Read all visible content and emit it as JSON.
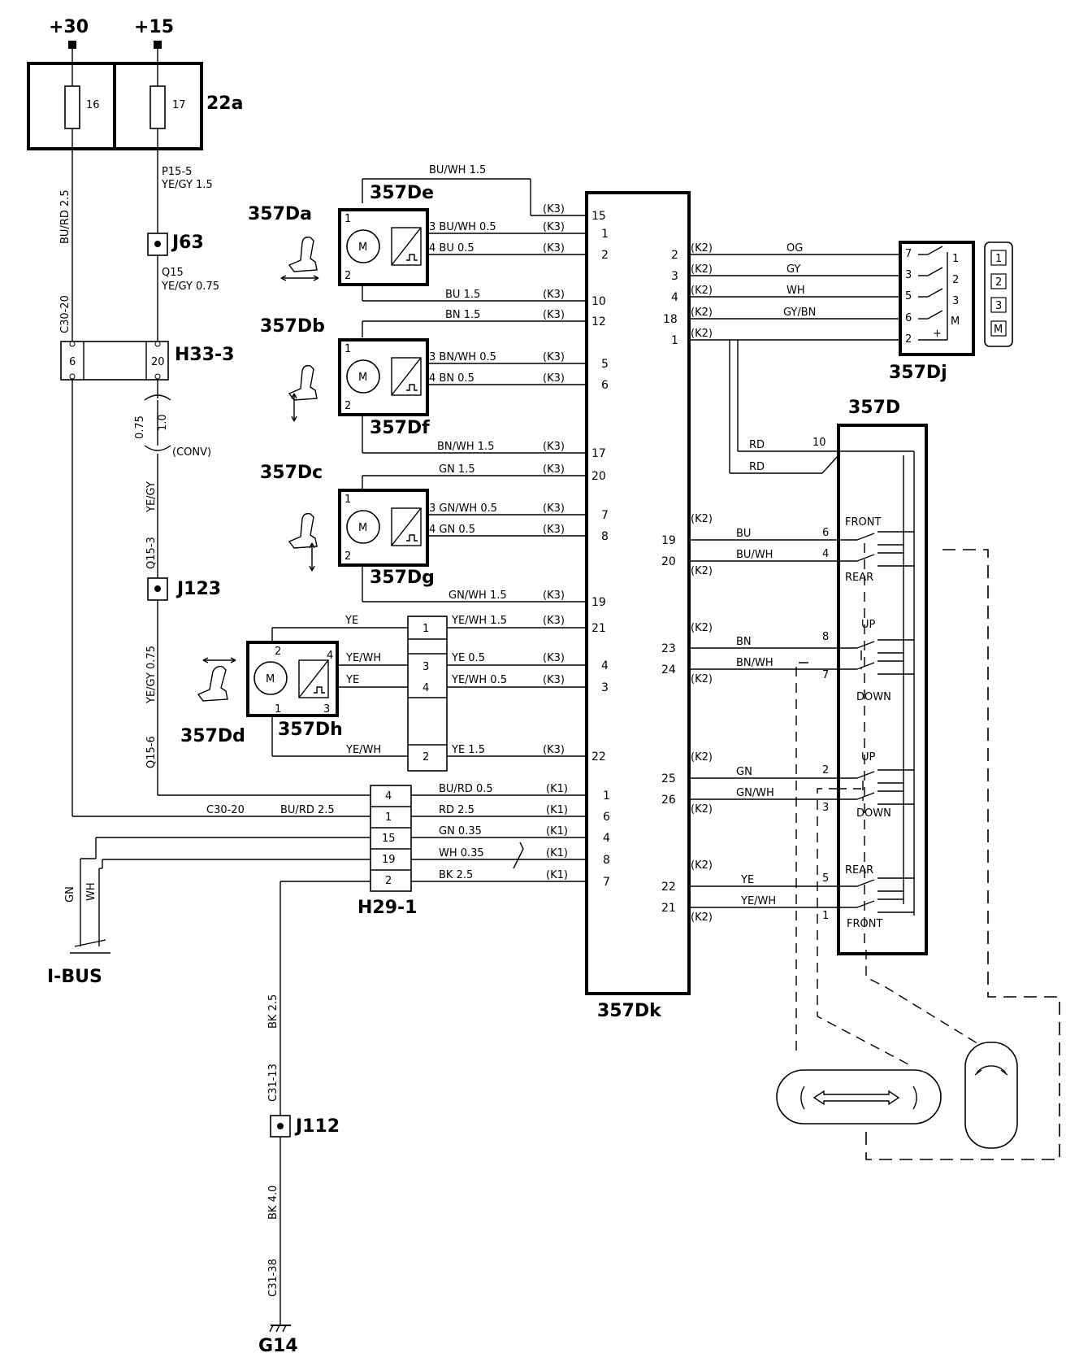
{
  "supplies": {
    "plus30": "+30",
    "plus15": "+15"
  },
  "fusebox": {
    "id": "22a",
    "fuse16": "16",
    "fuse17": "17"
  },
  "left_wires": {
    "p15_5": "P15-5",
    "ye_gy_15": "YE/GY  1.5",
    "bu_rd_25": "BU/RD  2.5",
    "c30_20": "C30-20",
    "q15": "Q15",
    "ye_gy_075": "YE/GY 0.75",
    "c075": "0.75",
    "c10": "1.0",
    "conv": "(CONV)",
    "ye_gy": "YE/GY",
    "q15_3": "Q15-3",
    "ye_gy_075b": "YE/GY 0.75",
    "q15_6": "Q15-6",
    "gn": "GN",
    "wh": "WH",
    "ibus": "I-BUS",
    "bk25": "BK 2.5",
    "c31_13": "C31-13",
    "bk40": "BK 4.0",
    "c31_38": "C31-38"
  },
  "junctions": {
    "j63": "J63",
    "j123": "J123",
    "j112": "J112",
    "g14": "G14"
  },
  "connector_h33": {
    "id": "H33-3",
    "p6": "6",
    "p20": "20"
  },
  "connector_h29": {
    "id": "H29-1",
    "pins": [
      "4",
      "1",
      "15",
      "19",
      "2"
    ],
    "wires": [
      {
        "color": "BU/RD  0.5",
        "k": "(K1)",
        "pin": "1"
      },
      {
        "color": "RD  2.5",
        "k": "(K1)",
        "pin": "6"
      },
      {
        "color": "GN  0.35",
        "k": "(K1)",
        "pin": "4"
      },
      {
        "color": "WH  0.35",
        "k": "(K1)",
        "pin": "8"
      },
      {
        "color": "BK    2.5",
        "k": "(K1)",
        "pin": "7"
      }
    ],
    "c30_20": "C30-20",
    "bu_rd_25": "BU/RD  2.5"
  },
  "motors": {
    "m": "M",
    "da": "357Da",
    "de": "357De",
    "db": "357Db",
    "df": "357Df",
    "dc": "357Dc",
    "dg": "357Dg",
    "dd": "357Dd",
    "dh": "357Dh",
    "pin1": "1",
    "pin2": "2",
    "pin3": "3",
    "pin4": "4"
  },
  "motor_wires": [
    {
      "label": "BU/WH  1.5",
      "k": "(K3)",
      "pin": "15"
    },
    {
      "label": "3 BU/WH  0.5",
      "k": "(K3)",
      "pin": "1"
    },
    {
      "label": "4 BU  0.5",
      "k": "(K3)",
      "pin": "2"
    },
    {
      "label": "BU 1.5",
      "k": "(K3)",
      "pin": "10"
    },
    {
      "label": "BN  1.5",
      "k": "(K3)",
      "pin": "12"
    },
    {
      "label": "3 BN/WH  0.5",
      "k": "(K3)",
      "pin": "5"
    },
    {
      "label": "4  BN  0.5",
      "k": "(K3)",
      "pin": "6"
    },
    {
      "label": "BN/WH  1.5",
      "k": "(K3)",
      "pin": "17"
    },
    {
      "label": "GN  1.5",
      "k": "(K3)",
      "pin": "20"
    },
    {
      "label": "3  GN/WH 0.5",
      "k": "(K3)",
      "pin": "7"
    },
    {
      "label": "4  GN  0.5",
      "k": "(K3)",
      "pin": "8"
    },
    {
      "label": "GN/WH  1.5",
      "k": "(K3)",
      "pin": "19"
    },
    {
      "label": "YE/WH  1.5",
      "k": "(K3)",
      "pin": "21"
    },
    {
      "label": "YE  0.5",
      "k": "(K3)",
      "pin": "4"
    },
    {
      "label": "YE/WH  0.5",
      "k": "(K3)",
      "pin": "3"
    },
    {
      "label": "YE  1.5",
      "k": "(K3)",
      "pin": "22"
    }
  ],
  "dh_connector": {
    "pins": [
      "1",
      "3",
      "4",
      "2"
    ],
    "wire_ye": "YE",
    "wire_yewh": "YE/WH",
    "wire_ye2": "YE",
    "wire_yewh2": "YE/WH"
  },
  "module_dk": {
    "id": "357Dk"
  },
  "memory_switch": {
    "id": "357Dj",
    "wires": [
      {
        "pin": "2",
        "k": "(K2)",
        "color": "OG",
        "sw": "7",
        "pos": "1"
      },
      {
        "pin": "3",
        "k": "(K2)",
        "color": "GY",
        "sw": "3",
        "pos": "2"
      },
      {
        "pin": "4",
        "k": "(K2)",
        "color": "WH",
        "sw": "5",
        "pos": "3"
      },
      {
        "pin": "18",
        "k": "(K2)",
        "color": "GY/BN",
        "sw": "6",
        "pos": "M"
      },
      {
        "pin": "1",
        "k": "(K2)",
        "color": "",
        "sw": "2",
        "pos": "+"
      }
    ],
    "buttons": [
      "1",
      "2",
      "3",
      "M"
    ]
  },
  "seat_switch": {
    "id": "357D",
    "rd": "RD",
    "rd2": "RD",
    "pin10": "10",
    "groups": [
      {
        "top": "FRONT",
        "bottom": "REAR",
        "w1": {
          "pin": "19",
          "color": "BU",
          "sw": "6"
        },
        "w2": {
          "pin": "20",
          "color": "BU/WH",
          "sw": "4"
        }
      },
      {
        "top": "UP",
        "bottom": "DOWN",
        "w1": {
          "pin": "23",
          "color": "BN",
          "sw": "8"
        },
        "w2": {
          "pin": "24",
          "color": "BN/WH",
          "sw": "7"
        }
      },
      {
        "top": "UP",
        "bottom": "DOWN",
        "w1": {
          "pin": "25",
          "color": "GN",
          "sw": "2"
        },
        "w2": {
          "pin": "26",
          "color": "GN/WH",
          "sw": "3"
        }
      },
      {
        "top": "REAR",
        "bottom": "FRONT",
        "w1": {
          "pin": "22",
          "color": "YE",
          "sw": "5"
        },
        "w2": {
          "pin": "21",
          "color": "YE/WH",
          "sw": "1"
        }
      }
    ],
    "k2": "(K2)"
  }
}
